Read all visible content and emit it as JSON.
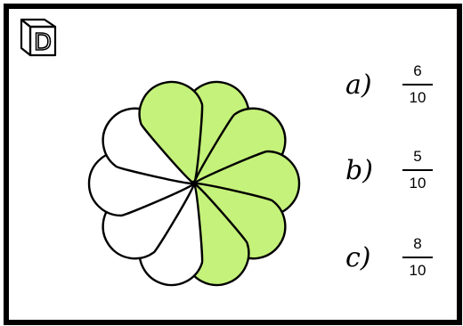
{
  "puzzle": {
    "badge_letter": "D",
    "options": [
      {
        "letter": "a)",
        "numerator": "6",
        "denominator": "10"
      },
      {
        "letter": "b)",
        "numerator": "5",
        "denominator": "10"
      },
      {
        "letter": "c)",
        "numerator": "8",
        "denominator": "10"
      }
    ],
    "flower": {
      "petal_count": 10,
      "shaded_count": 6,
      "shaded_color": "#c5f27a",
      "unshaded_color": "#ffffff",
      "outline_color": "#000000"
    }
  }
}
